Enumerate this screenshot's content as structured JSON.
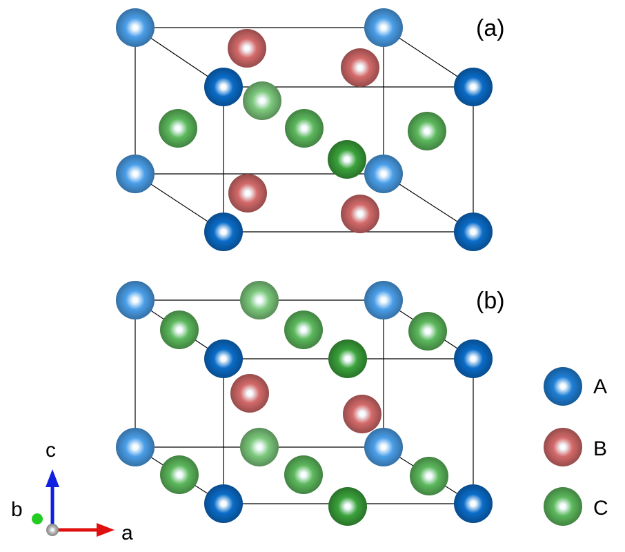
{
  "panels": [
    {
      "label": "(a)",
      "atoms": [
        "A_back",
        "A_back",
        "A_back",
        "A_back",
        "A_front",
        "A_front",
        "A_front",
        "A_front",
        "B",
        "B",
        "B",
        "B",
        "C_light",
        "C",
        "C",
        "C",
        "C_dark"
      ]
    },
    {
      "label": "(b)",
      "atoms": [
        "A_back",
        "A_back",
        "A_back",
        "A_back",
        "A_front",
        "A_front",
        "A_front",
        "A_front",
        "B",
        "B",
        "C_light",
        "C",
        "C",
        "C_dark",
        "C",
        "C_light",
        "C",
        "C",
        "C_dark",
        "C"
      ]
    }
  ],
  "legend": [
    {
      "label": "A",
      "color": "#1f7fd6"
    },
    {
      "label": "B",
      "color": "#d46a6a"
    },
    {
      "label": "C",
      "color": "#5cb85c"
    }
  ],
  "axes": {
    "c_label": "c",
    "b_label": "b",
    "a_label": "a",
    "c_color": "#1020e0",
    "a_color": "#e01010",
    "b_color": "#22cc22"
  },
  "colors": {
    "A_back": "#4a9ee8",
    "A_front": "#0a6cc8",
    "B": "#d46a6a",
    "C": "#5cb85c",
    "C_light": "#7cc87c",
    "C_dark": "#3aa23a",
    "edge": "#000000"
  }
}
